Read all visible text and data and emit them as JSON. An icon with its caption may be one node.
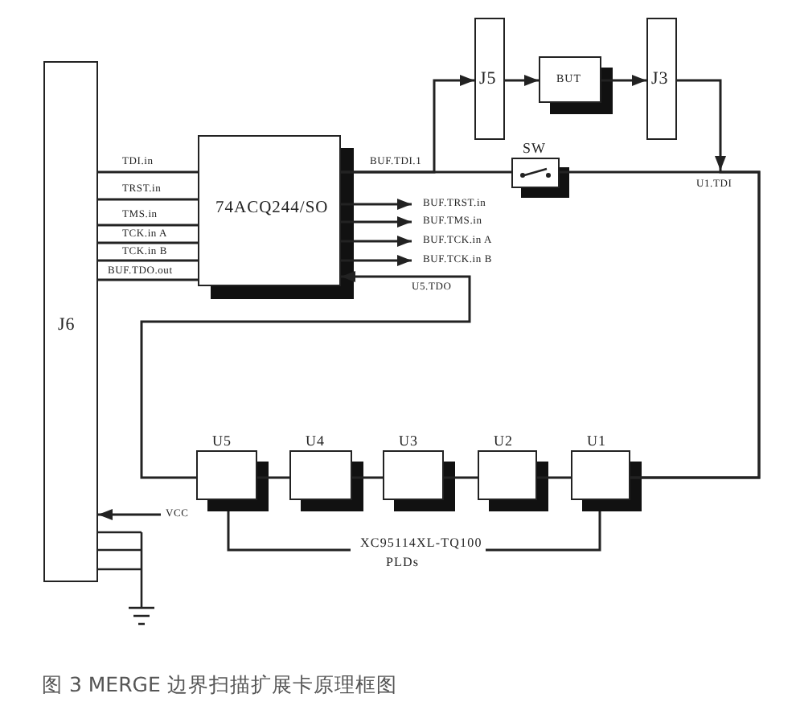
{
  "diagram": {
    "caption": "图 3 MERGE 边界扫描扩展卡原理框图",
    "nodes": [
      {
        "text": [
          "J6"
        ]
      },
      {
        "text": [
          "74ACQ244/SO"
        ]
      },
      {
        "text": [
          "J5"
        ]
      },
      {
        "text": [
          "BUT"
        ]
      },
      {
        "text": [
          "J3"
        ]
      },
      {
        "text": [
          "SW"
        ]
      },
      {
        "text": [
          "U5"
        ]
      },
      {
        "text": [
          "U4"
        ]
      },
      {
        "text": [
          "U3"
        ]
      },
      {
        "text": [
          "U2"
        ]
      },
      {
        "text": [
          "U1"
        ]
      }
    ],
    "edges": [
      {
        "from": 0,
        "to": 1,
        "arrow": "none",
        "label": "TDI.in"
      },
      {
        "from": 0,
        "to": 1,
        "arrow": "none",
        "label": "TRST.in"
      },
      {
        "from": 0,
        "to": 1,
        "arrow": "none",
        "label": "TMS.in"
      },
      {
        "from": 0,
        "to": 1,
        "arrow": "none",
        "label": "TCK.in A"
      },
      {
        "from": 0,
        "to": 1,
        "arrow": "none",
        "label": "TCK.in B"
      },
      {
        "from": 0,
        "to": 1,
        "arrow": "none",
        "label": "BUF.TDO.out"
      },
      {
        "from": 1,
        "to": 2,
        "arrow": "to",
        "label": "BUF.TDI.1"
      },
      {
        "from": 2,
        "to": 3,
        "arrow": "to"
      },
      {
        "from": 3,
        "to": 4,
        "arrow": "to"
      },
      {
        "from": 4,
        "to": 10,
        "arrow": "to",
        "label": "U1.TDI"
      },
      {
        "from": 1,
        "to": 5,
        "arrow": "none"
      },
      {
        "from": 5,
        "to": 10,
        "arrow": "none"
      },
      {
        "from": 1,
        "to": null,
        "arrow": "to",
        "label": "BUF.TRST.in"
      },
      {
        "from": 1,
        "to": null,
        "arrow": "to",
        "label": "BUF.TMS.in"
      },
      {
        "from": 1,
        "to": null,
        "arrow": "to",
        "label": "BUF.TCK.in A"
      },
      {
        "from": 1,
        "to": null,
        "arrow": "to",
        "label": "BUF.TCK.in B"
      },
      {
        "from": 6,
        "to": 1,
        "arrow": "to",
        "label": "U5.TDO"
      },
      {
        "from": 10,
        "to": 9,
        "arrow": "none"
      },
      {
        "from": 9,
        "to": 8,
        "arrow": "none"
      },
      {
        "from": 8,
        "to": 7,
        "arrow": "none"
      },
      {
        "from": 7,
        "to": 6,
        "arrow": "none"
      },
      {
        "from": null,
        "to": 0,
        "arrow": "to",
        "label": "VCC"
      }
    ],
    "labels": [
      "XC95114XL-TQ100",
      "PLDs"
    ]
  }
}
